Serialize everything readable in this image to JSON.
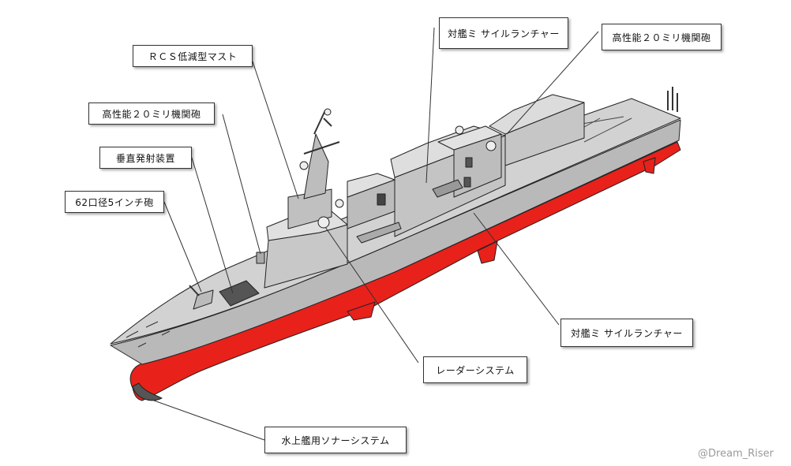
{
  "labels": {
    "rcs_mast": "ＲＣＳ低減型マスト",
    "ciws_front": "高性能２０ミリ機関砲",
    "vls": "垂直発射装置",
    "gun": "62口径5インチ砲",
    "ssm_top": "対艦ミ サイルランチャー",
    "ciws_rear": "高性能２０ミリ機関砲",
    "ssm_right": "対艦ミ サイルランチャー",
    "radar": "レーダーシステム",
    "sonar": "水上艦用ソナーシステム"
  },
  "credit": "@Dream_Riser",
  "colors": {
    "hull_red": "#e8211b",
    "hull_grey": "#b9b9b9",
    "deck_grey": "#d0d0d0",
    "superstructure": "#c4c4c4"
  }
}
